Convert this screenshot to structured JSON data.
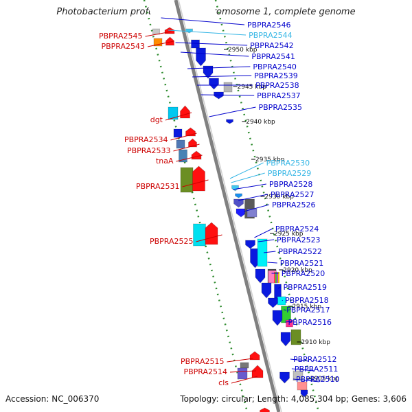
{
  "title": "Photobacterium profundum SS9 chromosome 1, complete genome",
  "footer": {
    "accession": "Accession: NC_006370",
    "summary": "Topology: circular; Length: 4,085,304 bp; Genes: 3,606"
  },
  "colors": {
    "reverse_label": "#cc0000",
    "forward_label": "#0000cc",
    "rna_label": "#33b5e5",
    "backbone": "#808080",
    "dotted_ring": "#2e8b2e"
  },
  "ticks": [
    "2950 kbp",
    "2945 kbp",
    "2940 kbp",
    "2935 kbp",
    "2930 kbp",
    "2925 kbp",
    "2920 kbp",
    "2915 kbp",
    "2910 kbp",
    "2905 kbp"
  ],
  "left_labels": [
    "PBPRA2545",
    "PBPRA2543",
    "dgt",
    "PBPRA2534",
    "PBPRA2533",
    "tnaA",
    "PBPRA2531",
    "PBPRA2525",
    "PBPRA2515",
    "PBPRA2514",
    "cls"
  ],
  "right_labels": [
    {
      "text": "PBPRA2546",
      "kind": "forward"
    },
    {
      "text": "PBPRA2544",
      "kind": "rna"
    },
    {
      "text": "PBPRA2542",
      "kind": "forward"
    },
    {
      "text": "PBPRA2541",
      "kind": "forward"
    },
    {
      "text": "PBPRA2540",
      "kind": "forward"
    },
    {
      "text": "PBPRA2539",
      "kind": "forward"
    },
    {
      "text": "PBPRA2538",
      "kind": "forward"
    },
    {
      "text": "PBPRA2537",
      "kind": "forward"
    },
    {
      "text": "PBPRA2535",
      "kind": "forward"
    },
    {
      "text": "PBPRA2530",
      "kind": "rna"
    },
    {
      "text": "PBPRA2529",
      "kind": "rna"
    },
    {
      "text": "PBPRA2528",
      "kind": "forward"
    },
    {
      "text": "PBPRA2527",
      "kind": "forward"
    },
    {
      "text": "PBPRA2526",
      "kind": "forward"
    },
    {
      "text": "PBPRA2524",
      "kind": "forward"
    },
    {
      "text": "PBPRA2523",
      "kind": "forward"
    },
    {
      "text": "PBPRA2522",
      "kind": "forward"
    },
    {
      "text": "PBPRA2521",
      "kind": "forward"
    },
    {
      "text": "PBPRA2520",
      "kind": "forward"
    },
    {
      "text": "PBPRA2519",
      "kind": "forward"
    },
    {
      "text": "PBPRA2518",
      "kind": "forward"
    },
    {
      "text": "PBPRA2517",
      "kind": "forward"
    },
    {
      "text": "PBPRA2516",
      "kind": "forward"
    },
    {
      "text": "PBPRA2512",
      "kind": "forward"
    },
    {
      "text": "PBPRA2511",
      "kind": "forward"
    },
    {
      "text": "PBPRA2510",
      "kind": "forward"
    }
  ]
}
